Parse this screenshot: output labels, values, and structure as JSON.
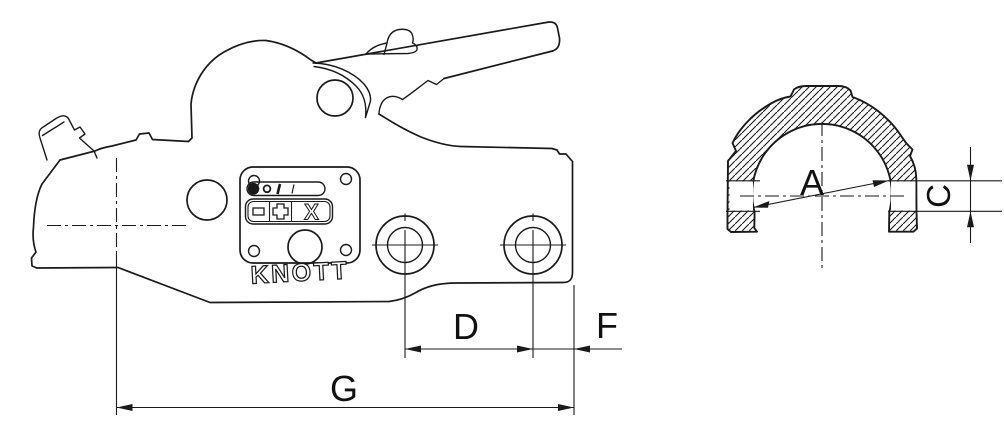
{
  "drawing": {
    "background": "#ffffff",
    "line_color": "#1a1a1a",
    "brand": "KNOTT",
    "plate": {
      "minus_symbol": "-",
      "plus_symbol": "+",
      "cross_symbol": "X"
    },
    "dimensions": {
      "a": "A",
      "c": "C",
      "d": "D",
      "f": "F",
      "g": "G"
    }
  }
}
